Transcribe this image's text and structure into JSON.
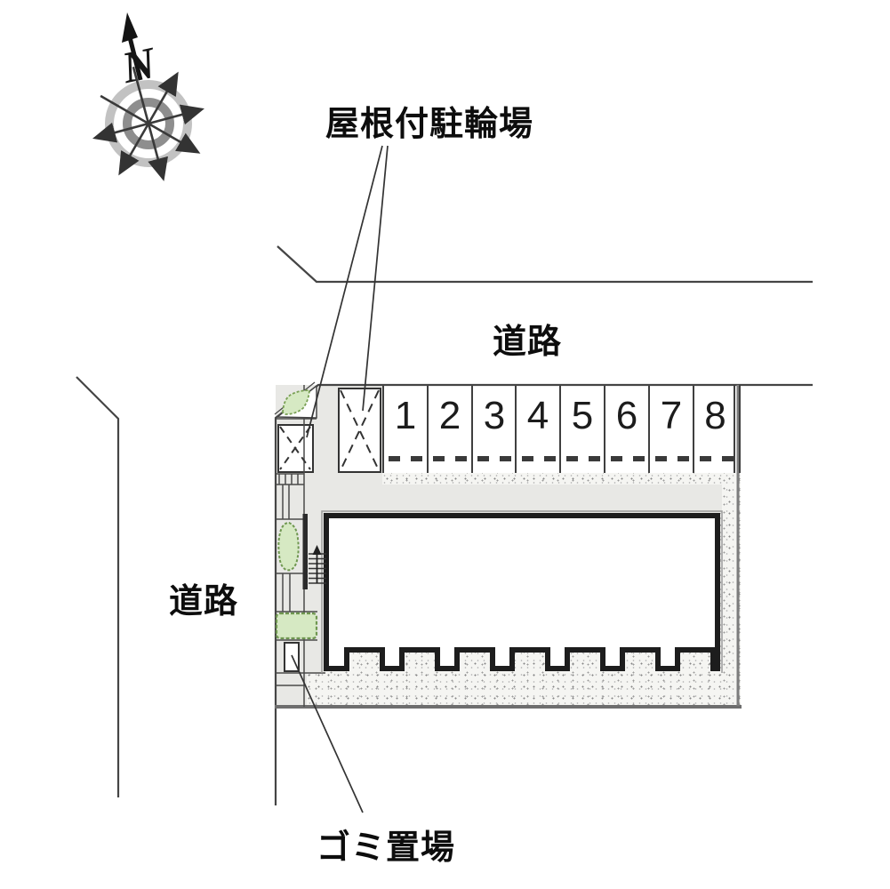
{
  "compass": {
    "north_label": "N"
  },
  "annotations": {
    "bicycle_parking_label": "屋根付駐輪場",
    "road_top_label": "道路",
    "road_left_label": "道路",
    "garbage_label": "ゴミ置場"
  },
  "parking": {
    "stalls": [
      "1",
      "2",
      "3",
      "4",
      "5",
      "6",
      "7",
      "8"
    ]
  },
  "colors": {
    "outline": "#454545",
    "building_stroke": "#1d1d1d",
    "gray_fill": "#e8e8e5",
    "stipple_base": "#f5f5f2",
    "green_fill": "#d6e9c3",
    "green_stroke": "#79a054",
    "compass_ring_outer": "#c2c2c2",
    "compass_ring_inner": "#8e8e8e"
  }
}
